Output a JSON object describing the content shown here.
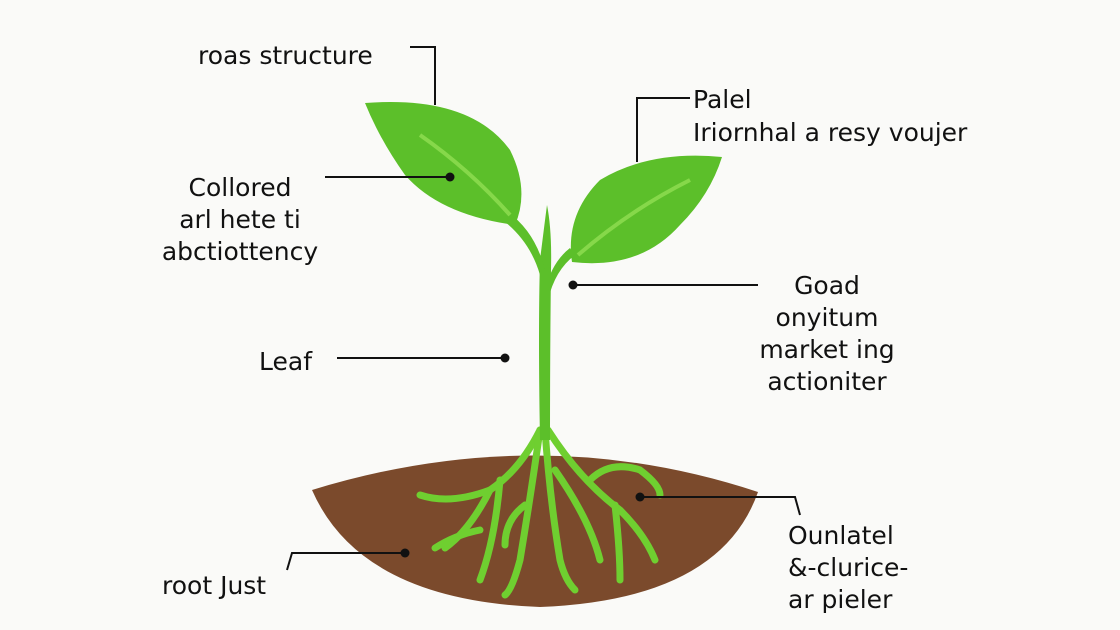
{
  "colors": {
    "leaf": "#5cbf2a",
    "leaf_vein": "#86d84a",
    "soil": "#7b4a2c",
    "text": "#111111",
    "background": "#fafaf8"
  },
  "labels": {
    "top_left": "roas structure",
    "top_right": [
      "Palel",
      "Iriornhal a resy voujer"
    ],
    "left_upper": [
      "Collored",
      "arl hete ti",
      "abctiottency"
    ],
    "left_mid": "Leaf",
    "right_mid": [
      "Goad",
      "onyitum",
      "market ing",
      "actioniter"
    ],
    "bottom_right": [
      "Ounlatel",
      "&-clurice-",
      "ar pieler"
    ],
    "bottom_left": "root Just"
  }
}
